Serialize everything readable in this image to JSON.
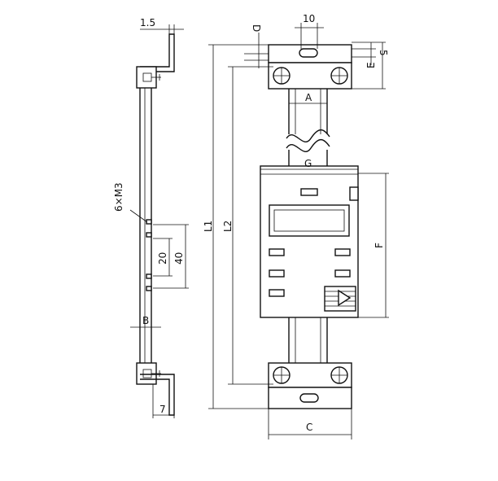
{
  "labels": {
    "d15": "1.5",
    "d10": "10",
    "dD": "D",
    "d5": "5",
    "dE": "E",
    "dA": "A",
    "dG": "G",
    "m3": "6×M3",
    "L1": "L1",
    "L2": "L2",
    "F": "F",
    "d20": "20",
    "d40": "40",
    "dB": "B",
    "d7": "7",
    "dC": "C"
  }
}
